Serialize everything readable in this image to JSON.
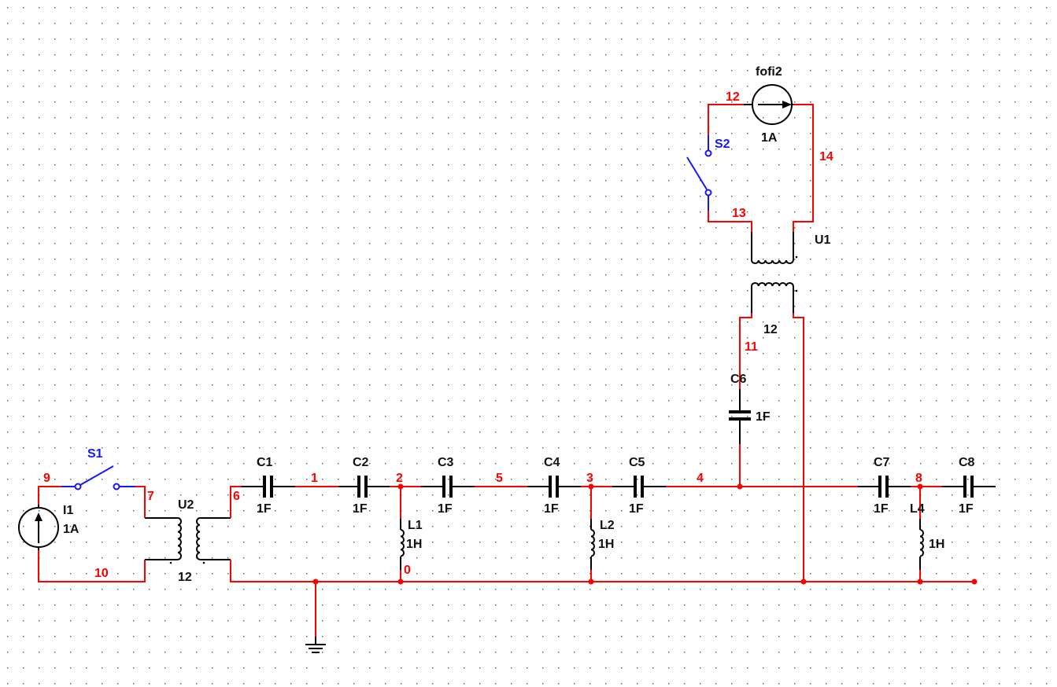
{
  "schematic": {
    "colors": {
      "wire": "#ff0000",
      "component": "#000000",
      "switch": "#1515ff",
      "grid_dot": "#555555"
    },
    "sources": [
      {
        "ref": "I1",
        "value": "1A",
        "icon": "current-source-icon"
      },
      {
        "ref": "fofi2",
        "value": "1A",
        "icon": "current-source-icon"
      }
    ],
    "switches": [
      {
        "ref": "S1"
      },
      {
        "ref": "S2"
      }
    ],
    "transformers": [
      {
        "ref": "U2",
        "ratio": "12"
      },
      {
        "ref": "U1",
        "ratio": "12"
      }
    ],
    "capacitors": [
      {
        "ref": "C1",
        "value": "1F"
      },
      {
        "ref": "C2",
        "value": "1F"
      },
      {
        "ref": "C3",
        "value": "1F"
      },
      {
        "ref": "C4",
        "value": "1F"
      },
      {
        "ref": "C5",
        "value": "1F"
      },
      {
        "ref": "C6",
        "value": "1F"
      },
      {
        "ref": "C7",
        "value": "1F"
      },
      {
        "ref": "C8",
        "value": "1F"
      }
    ],
    "inductors": [
      {
        "ref": "L1",
        "value": "1H"
      },
      {
        "ref": "L2",
        "value": "1H"
      },
      {
        "ref": "L4",
        "value": "1H"
      }
    ],
    "nodes": [
      "9",
      "7",
      "6",
      "10",
      "1",
      "2",
      "5",
      "3",
      "4",
      "8",
      "0",
      "11",
      "12",
      "13",
      "14"
    ]
  }
}
